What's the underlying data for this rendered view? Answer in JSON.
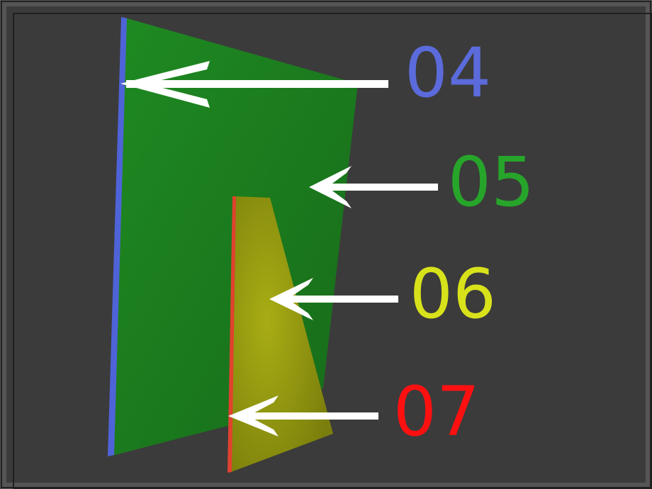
{
  "labels": {
    "l04": {
      "text": "04",
      "color": "#5b6bdb"
    },
    "l05": {
      "text": "05",
      "color": "#27a52b"
    },
    "l06": {
      "text": "06",
      "color": "#d8e21a"
    },
    "l07": {
      "text": "07",
      "color": "#ff1010"
    }
  },
  "colors": {
    "background": "#3b3b3b",
    "frame": "#555555",
    "green_panel": "#1b7a1e",
    "yellow_panel": "#8f9410",
    "blue_edge": "#4f63d8",
    "red_edge": "#e0422e",
    "arrow": "#ffffff"
  }
}
